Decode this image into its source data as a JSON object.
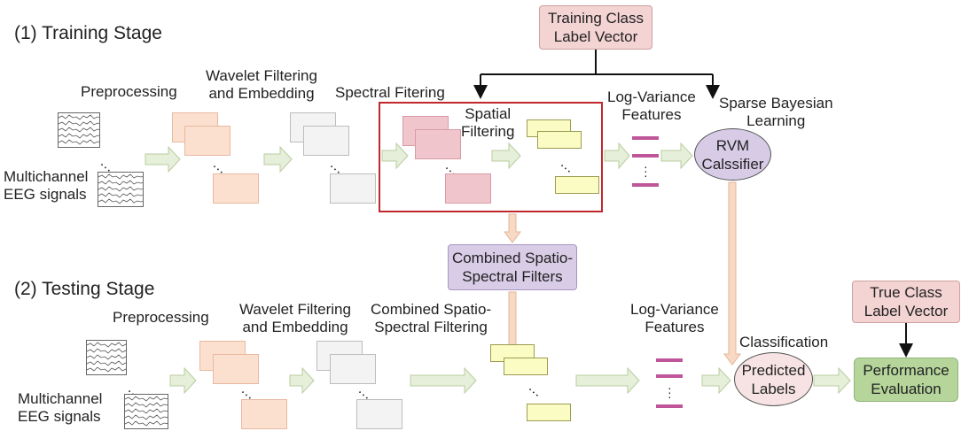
{
  "training": {
    "title": "(1) Training Stage",
    "preprocessing": "Preprocessing",
    "wavelet_line1": "Wavelet Filtering",
    "wavelet_line2": "and Embedding",
    "spectral": "Spectral Fitering",
    "spatial_line1": "Spatial",
    "spatial_line2": "Filtering",
    "logvar_line1": "Log-Variance",
    "logvar_line2": "Features",
    "sbl_line1": "Sparse Bayesian",
    "sbl_line2": "Learning",
    "rvm_line1": "RVM",
    "rvm_line2": "Calssifier",
    "eeg_line1": "Multichannel",
    "eeg_line2": "EEG signals",
    "class_vector_line1": "Training Class",
    "class_vector_line2": "Label Vector"
  },
  "combined": {
    "line1": "Combined Spatio-",
    "line2": "Spectral Filters"
  },
  "testing": {
    "title": "(2) Testing Stage",
    "preprocessing": "Preprocessing",
    "wavelet_line1": "Wavelet Filtering",
    "wavelet_line2": "and Embedding",
    "combined_filt_line1": "Combined Spatio-",
    "combined_filt_line2": "Spectral Filtering",
    "logvar_line1": "Log-Variance",
    "logvar_line2": "Features",
    "classification": "Classification",
    "predicted_line1": "Predicted",
    "predicted_line2": "Labels",
    "eeg_line1": "Multichannel",
    "eeg_line2": "EEG signals",
    "true_vector_line1": "True Class",
    "true_vector_line2": "Label Vector",
    "perf_line1": "Performance",
    "perf_line2": "Evaluation"
  },
  "colors": {
    "stage_pink": "#fbe0cf",
    "stage_grey": "#f3f3f3",
    "stage_rose": "#f0c6cc",
    "stage_yellow": "#fbfbc4",
    "feature_bar": "#c0569a",
    "red_frame": "#c0282d",
    "flow_arrow_green": "#e6efd9",
    "flow_arrow_peach": "#f7d9c4",
    "combined_filters_box": "#d8cce6",
    "label_vector_box": "#f4d3d3",
    "performance_box": "#b5d59b",
    "predicted_ellipse": "#f7e3e3",
    "rvm_ellipse": "#d7cbe6"
  }
}
